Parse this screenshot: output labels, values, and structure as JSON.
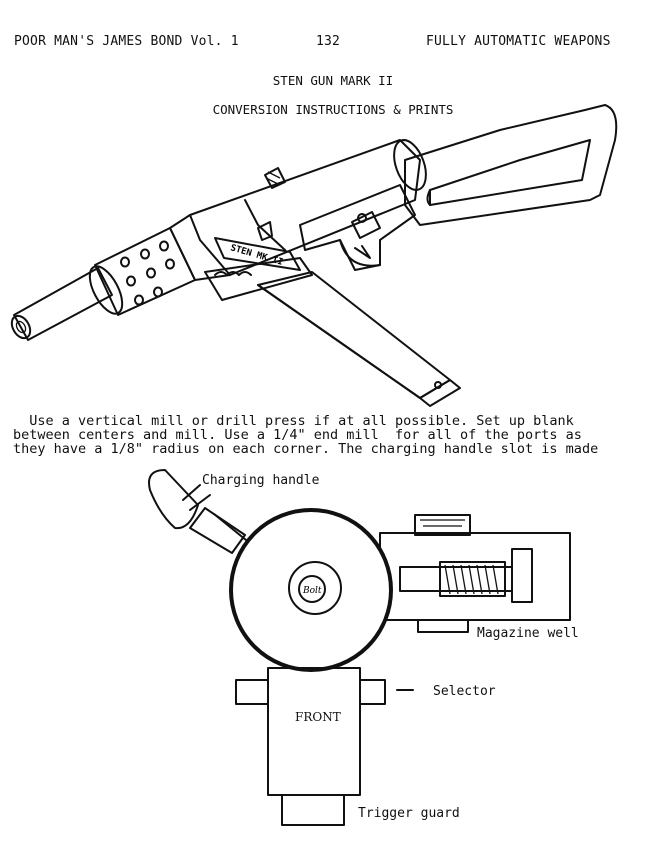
{
  "header": {
    "left": "POOR MAN'S JAMES BOND Vol. 1",
    "page_number": "132",
    "right": "FULLY AUTOMATIC WEAPONS"
  },
  "title": {
    "line1": "STEN GUN MARK II",
    "line2": "CONVERSION INSTRUCTIONS & PRINTS"
  },
  "illustration": {
    "stamped_text": "STEN MK II"
  },
  "body": {
    "lines": [
      "  Use a vertical mill or drill press if at all possible. Set up blank",
      "between centers and mill. Use a 1/4\" end mill  for all of the ports as",
      "they have a 1/8\" radius on each corner. The charging handle slot is made"
    ]
  },
  "diagram": {
    "labels": {
      "charging_handle": "Charging handle",
      "magazine_well": "Magazine well",
      "selector": "Selector",
      "front": "FRONT",
      "trigger_guard": "Trigger guard",
      "bolt": "Bolt"
    }
  }
}
